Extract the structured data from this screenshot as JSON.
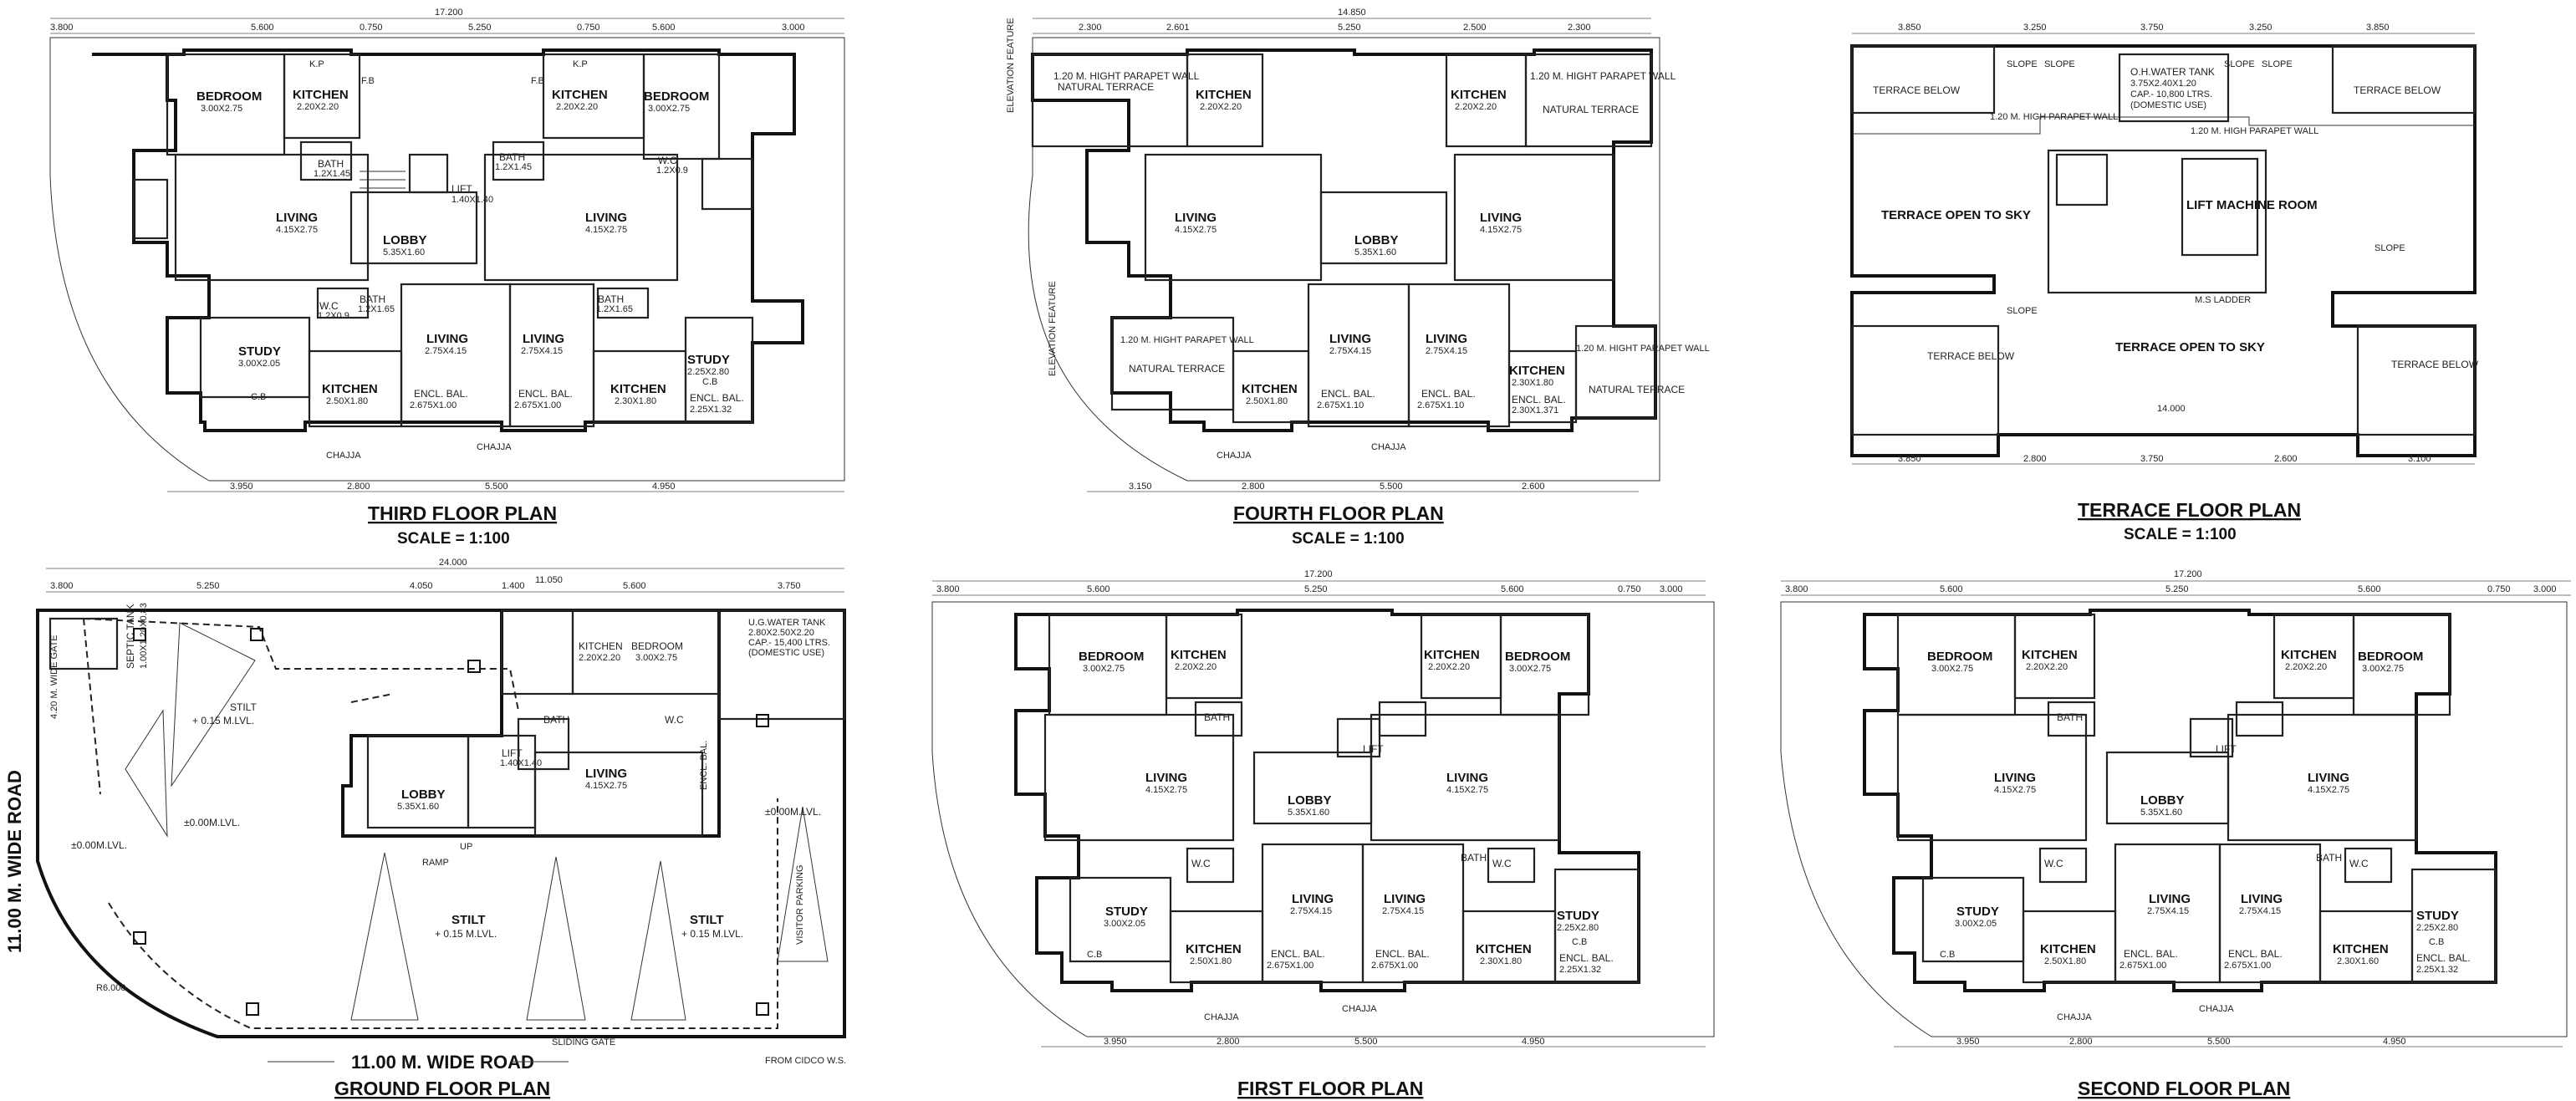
{
  "plans": {
    "third": {
      "title": "THIRD FLOOR PLAN",
      "scale": "SCALE = 1:100",
      "overall": "17.200",
      "top_dims": [
        "3.800",
        "5.600",
        "0.750",
        "5.250",
        "0.750",
        "5.600",
        "3.000"
      ],
      "bottom_dims": [
        "3.950",
        "2.800",
        "5.500",
        "4.950"
      ],
      "rooms": [
        {
          "name": "BEDROOM",
          "size": "3.00X2.75"
        },
        {
          "name": "KITCHEN",
          "size": "2.20X2.20"
        },
        {
          "name": "KITCHEN",
          "size": "2.20X2.20"
        },
        {
          "name": "BEDROOM",
          "size": "3.00X2.75"
        },
        {
          "name": "LIVING",
          "size": "4.15X2.75"
        },
        {
          "name": "LOBBY",
          "size": "5.35X1.60"
        },
        {
          "name": "LIVING",
          "size": "4.15X2.75"
        },
        {
          "name": "STUDY",
          "size": "3.00X2.05"
        },
        {
          "name": "KITCHEN",
          "size": "2.50X1.80"
        },
        {
          "name": "LIVING",
          "size": "2.75X4.15"
        },
        {
          "name": "LIVING",
          "size": "2.75X4.15"
        },
        {
          "name": "KITCHEN",
          "size": "2.30X1.80"
        },
        {
          "name": "STUDY",
          "size": "2.25X2.80"
        },
        {
          "name": "ENCL. BAL.",
          "size": "2.675X1.00"
        },
        {
          "name": "ENCL. BAL.",
          "size": "2.675X1.00"
        },
        {
          "name": "ENCL. BAL.",
          "size": "2.25X1.32"
        },
        {
          "name": "BATH",
          "size": "1.2X1.45"
        },
        {
          "name": "BATH",
          "size": "1.2X1.45"
        },
        {
          "name": "LIFT",
          "size": "1.40X1.40"
        },
        {
          "name": "W.C",
          "size": "1.2X0.9"
        },
        {
          "name": "W.C",
          "size": "1.2X0.9"
        },
        {
          "name": "BATH",
          "size": "1.2X1.65"
        },
        {
          "name": "BATH",
          "size": "1.2X1.65"
        }
      ],
      "labels": [
        "CHAJJA",
        "CHAJJA",
        "C.B",
        "C.B",
        "K.P",
        "K.P",
        "F.B",
        "F.B"
      ]
    },
    "fourth": {
      "title": "FOURTH FLOOR PLAN",
      "scale": "SCALE = 1:100",
      "overall": "14.850",
      "top_dims": [
        "2.300",
        "2.601",
        "5.250",
        "2.500",
        "2.300"
      ],
      "bottom_dims": [
        "3.150",
        "2.800",
        "5.500",
        "2.600"
      ],
      "rooms": [
        {
          "name": "1.20 M. HIGHT PARAPET WALL",
          "size": "NATURAL TERRACE"
        },
        {
          "name": "KITCHEN",
          "size": "2.20X2.20"
        },
        {
          "name": "KITCHEN",
          "size": "2.20X2.20"
        },
        {
          "name": "1.20 M. HIGHT PARAPET WALL",
          "size": "NATURAL TERRACE"
        },
        {
          "name": "LIVING",
          "size": "4.15X2.75"
        },
        {
          "name": "LOBBY",
          "size": "5.35X1.60"
        },
        {
          "name": "LIVING",
          "size": "4.15X2.75"
        },
        {
          "name": "NATURAL TERRACE",
          "size": ""
        },
        {
          "name": "KITCHEN",
          "size": "2.50X1.80"
        },
        {
          "name": "LIVING",
          "size": "2.75X4.15"
        },
        {
          "name": "LIVING",
          "size": "2.75X4.15"
        },
        {
          "name": "KITCHEN",
          "size": "2.30X1.80"
        },
        {
          "name": "NATURAL TERRACE",
          "size": ""
        },
        {
          "name": "ENCL. BAL.",
          "size": "2.675X1.10"
        },
        {
          "name": "ENCL. BAL.",
          "size": "2.675X1.10"
        },
        {
          "name": "ENCL. BAL.",
          "size": "2.30X1.371"
        }
      ],
      "labels": [
        "ELEVATION FEATURE",
        "ELEVATION FEATURE",
        "CHAJJA",
        "CHAJJA",
        "1.20 M. HIGHT PARAPET WALL",
        "1.20 M. HIGHT PARAPET WALL"
      ]
    },
    "terrace": {
      "title": "TERRACE FLOOR PLAN",
      "scale": "SCALE = 1:100",
      "top_dims": [
        "3.850",
        "3.250",
        "3.750",
        "3.250",
        "3.850"
      ],
      "bottom_dims": [
        "3.850",
        "2.800",
        "3.750",
        "2.600",
        "3.100"
      ],
      "overall": "14.000",
      "rooms": [
        {
          "name": "TERRACE BELOW",
          "size": ""
        },
        {
          "name": "O.H.WATER TANK",
          "size": "3.75X2.40X1.20"
        },
        {
          "name": "CAP.- 10,800 LTRS.",
          "size": "(DOMESTIC USE)"
        },
        {
          "name": "TERRACE BELOW",
          "size": ""
        },
        {
          "name": "TERRACE OPEN TO SKY",
          "size": ""
        },
        {
          "name": "LIFT MACHINE ROOM",
          "size": ""
        },
        {
          "name": "TERRACE OPEN TO SKY",
          "size": ""
        },
        {
          "name": "TERRACE BELOW",
          "size": ""
        },
        {
          "name": "TERRACE BELOW",
          "size": ""
        }
      ],
      "labels": [
        "SLOPE",
        "SLOPE",
        "SLOPE",
        "SLOPE",
        "SLOPE",
        "SLOPE",
        "M.S LADDER",
        "1.20 M. HIGH PARAPET WALL",
        "1.20 M. HIGH PARAPET WALL"
      ]
    },
    "ground": {
      "title": "GROUND FLOOR PLAN",
      "overall": "24.000",
      "top_dims": [
        "3.800",
        "5.250",
        "4.050",
        "1.400",
        "5.600",
        "3.750"
      ],
      "inner_dim": "11.050",
      "road_left": "11.00 M. WIDE ROAD",
      "road_bottom": "11.00 M. WIDE ROAD",
      "rooms": [
        {
          "name": "SEPTIC TANK",
          "size": "1.00X1.20X0.83"
        },
        {
          "name": "STILT",
          "size": "+ 0.15 M.LVL."
        },
        {
          "name": "KITCHEN",
          "size": "2.20X2.20"
        },
        {
          "name": "BEDROOM",
          "size": "3.00X2.75"
        },
        {
          "name": "U.G.WATER TANK",
          "size": "2.80X2.50X2.20"
        },
        {
          "name": "CAP.- 15,400 LTRS.",
          "size": "(DOMESTIC USE)"
        },
        {
          "name": "LIFT",
          "size": "1.40X1.40"
        },
        {
          "name": "LOBBY",
          "size": "5.35X1.60"
        },
        {
          "name": "LIVING",
          "size": "4.15X2.75"
        },
        {
          "name": "STILT",
          "size": "+ 0.15 M.LVL."
        },
        {
          "name": "STILT",
          "size": "+ 0.15 M.LVL."
        }
      ],
      "labels": [
        "4.20 M. WIDE GATE",
        "±0.00M.LVL.",
        "±0.00M.LVL.",
        "RAMP",
        "UP",
        "SLIDING GATE",
        "VISITOR PARKING",
        "R6.000",
        "FROM CIDCO W.S.",
        "±0.00M.LVL.",
        "W.C",
        "BATH",
        "ENCL. BAL."
      ]
    },
    "first": {
      "title": "FIRST FLOOR PLAN",
      "overall": "17.200",
      "top_dims": [
        "3.800",
        "5.600",
        "5.250",
        "5.600",
        "0.750",
        "3.000"
      ],
      "bottom_dims": [
        "3.950",
        "2.800",
        "5.500",
        "4.950"
      ],
      "rooms": [
        {
          "name": "BEDROOM",
          "size": "3.00X2.75"
        },
        {
          "name": "KITCHEN",
          "size": "2.20X2.20"
        },
        {
          "name": "KITCHEN",
          "size": "2.20X2.20"
        },
        {
          "name": "BEDROOM",
          "size": "3.00X2.75"
        },
        {
          "name": "LIVING",
          "size": "4.15X2.75"
        },
        {
          "name": "LOBBY",
          "size": "5.35X1.60"
        },
        {
          "name": "LIVING",
          "size": "4.15X2.75"
        },
        {
          "name": "STUDY",
          "size": "3.00X2.05"
        },
        {
          "name": "KITCHEN",
          "size": "2.50X1.80"
        },
        {
          "name": "LIVING",
          "size": "2.75X4.15"
        },
        {
          "name": "LIVING",
          "size": "2.75X4.15"
        },
        {
          "name": "KITCHEN",
          "size": "2.30X1.80"
        },
        {
          "name": "STUDY",
          "size": "2.25X2.80"
        },
        {
          "name": "ENCL. BAL.",
          "size": "2.675X1.00"
        },
        {
          "name": "ENCL. BAL.",
          "size": "2.675X1.00"
        },
        {
          "name": "ENCL. BAL.",
          "size": "2.25X1.32"
        }
      ],
      "labels": [
        "CHAJJA",
        "CHAJJA",
        "C.B",
        "C.B",
        "BATH",
        "BATH",
        "W.C",
        "W.C",
        "LIFT"
      ]
    },
    "second": {
      "title": "SECOND FLOOR PLAN",
      "overall": "17.200",
      "top_dims": [
        "3.800",
        "5.600",
        "5.250",
        "5.600",
        "0.750",
        "3.000"
      ],
      "bottom_dims": [
        "3.950",
        "2.800",
        "5.500",
        "4.950"
      ],
      "rooms": [
        {
          "name": "BEDROOM",
          "size": "3.00X2.75"
        },
        {
          "name": "KITCHEN",
          "size": "2.20X2.20"
        },
        {
          "name": "KITCHEN",
          "size": "2.20X2.20"
        },
        {
          "name": "BEDROOM",
          "size": "3.00X2.75"
        },
        {
          "name": "LIVING",
          "size": "4.15X2.75"
        },
        {
          "name": "LOBBY",
          "size": "5.35X1.60"
        },
        {
          "name": "LIVING",
          "size": "4.15X2.75"
        },
        {
          "name": "STUDY",
          "size": "3.00X2.05"
        },
        {
          "name": "KITCHEN",
          "size": "2.50X1.80"
        },
        {
          "name": "LIVING",
          "size": "2.75X4.15"
        },
        {
          "name": "LIVING",
          "size": "2.75X4.15"
        },
        {
          "name": "KITCHEN",
          "size": "2.30X1.60"
        },
        {
          "name": "STUDY",
          "size": "2.25X2.80"
        },
        {
          "name": "ENCL. BAL.",
          "size": "2.675X1.00"
        },
        {
          "name": "ENCL. BAL.",
          "size": "2.675X1.00"
        },
        {
          "name": "ENCL. BAL.",
          "size": "2.25X1.32"
        }
      ],
      "labels": [
        "CHAJJA",
        "CHAJJA",
        "C.B",
        "C.B",
        "BATH",
        "BATH",
        "W.C",
        "W.C",
        "LIFT"
      ]
    }
  }
}
